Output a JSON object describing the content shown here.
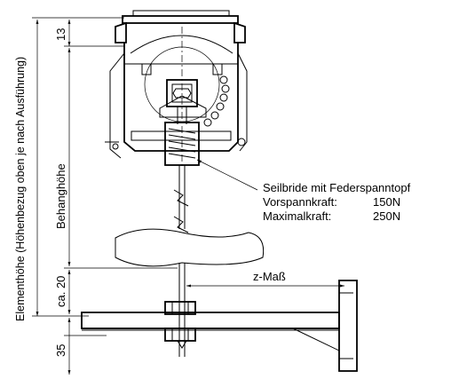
{
  "dimensions": {
    "overall_height_label": "Elementhöhe (Höhenbezug oben je nach Ausführung)",
    "hanging_height_label": "Behanghöhe",
    "top_offset": "13",
    "bottom_offset": "ca. 20",
    "base_offset": "35",
    "z_label": "z-Maß"
  },
  "note": {
    "title": "Seilbride mit Federspanntopf",
    "preload_label": "Vorspannkraft:",
    "preload_value": "150N",
    "max_label": "Maximalkraft:",
    "max_value": "250N"
  }
}
